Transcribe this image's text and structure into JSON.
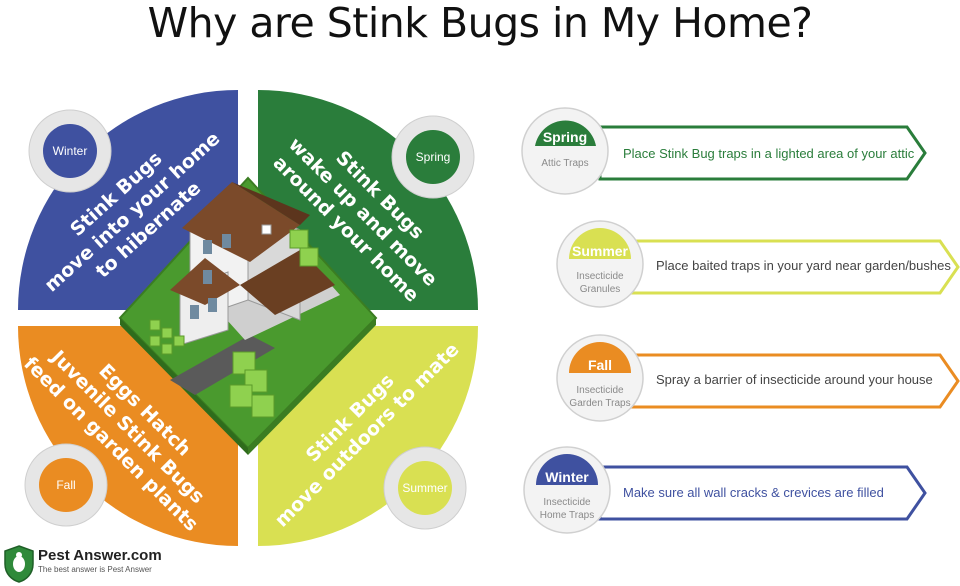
{
  "title": "Why are Stink Bugs in My Home?",
  "colors": {
    "winter": "#3f51a0",
    "spring": "#2a7d3b",
    "summer": "#d9e052",
    "fall": "#ea8c22"
  },
  "wheel": {
    "winter": {
      "disc": "Winter",
      "text": [
        "Stink Bugs",
        "move into your home",
        "to hibernate"
      ]
    },
    "spring": {
      "disc": "Spring",
      "text": [
        "Stink Bugs",
        "wake up and move",
        "around your home"
      ]
    },
    "summer": {
      "disc": "Summer",
      "text": [
        "Stink Bugs",
        "move outdoors to mate"
      ]
    },
    "fall": {
      "disc": "Fall",
      "text": [
        "Eggs Hatch",
        "Juvenile Stink Bugs",
        "feed on garden plants"
      ]
    }
  },
  "rows": [
    {
      "season": "Spring",
      "sub": [
        "Attic Traps"
      ],
      "text": "Place Stink Bug traps in a lighted area of your attic",
      "color": "#2a7d3b",
      "textColor": "#2a7d3b"
    },
    {
      "season": "Summer",
      "sub": [
        "Insecticide",
        "Granules"
      ],
      "text": "Place baited traps in your yard near garden/bushes",
      "color": "#d9e052",
      "textColor": "#444444"
    },
    {
      "season": "Fall",
      "sub": [
        "Insecticide",
        "Garden Traps"
      ],
      "text": "Spray a barrier of insecticide around your house",
      "color": "#ea8c22",
      "textColor": "#444444"
    },
    {
      "season": "Winter",
      "sub": [
        "Insecticide",
        "Home Traps"
      ],
      "text": "Make sure all wall cracks & crevices are filled",
      "color": "#3f51a0",
      "textColor": "#3f51a0"
    }
  ],
  "logo": {
    "name": "Pest Answer.com",
    "tagline": "The best answer is Pest Answer"
  }
}
